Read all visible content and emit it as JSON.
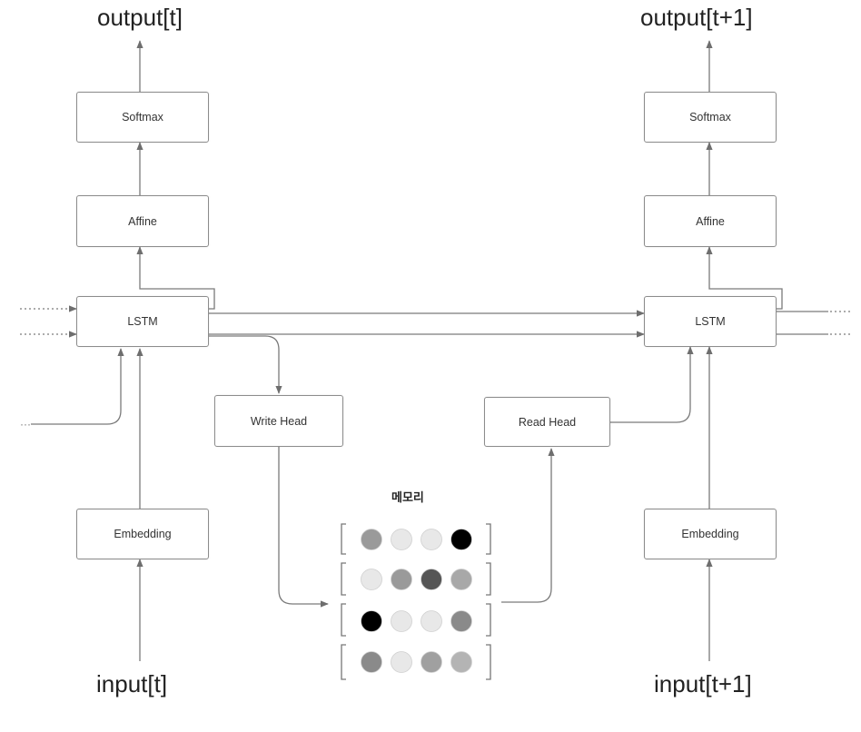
{
  "left": {
    "output": "output[t]",
    "input": "input[t]",
    "softmax": "Softmax",
    "affine": "Affine",
    "lstm": "LSTM",
    "embedding": "Embedding"
  },
  "right": {
    "output": "output[t+1]",
    "input": "input[t+1]",
    "softmax": "Softmax",
    "affine": "Affine",
    "lstm": "LSTM",
    "embedding": "Embedding"
  },
  "write_head": "Write Head",
  "read_head": "Read Head",
  "memory": {
    "title": "메모리",
    "cells": [
      [
        "#9a9a9a",
        "#e8e8e8",
        "#e8e8e8",
        "#000000"
      ],
      [
        "#e8e8e8",
        "#9a9a9a",
        "#555555",
        "#a8a8a8"
      ],
      [
        "#000000",
        "#e8e8e8",
        "#e8e8e8",
        "#8a8a8a"
      ],
      [
        "#8a8a8a",
        "#e8e8e8",
        "#a0a0a0",
        "#b4b4b4"
      ]
    ]
  },
  "colors": {
    "line": "#7a7a7a",
    "box_border": "#8c8c8c"
  }
}
